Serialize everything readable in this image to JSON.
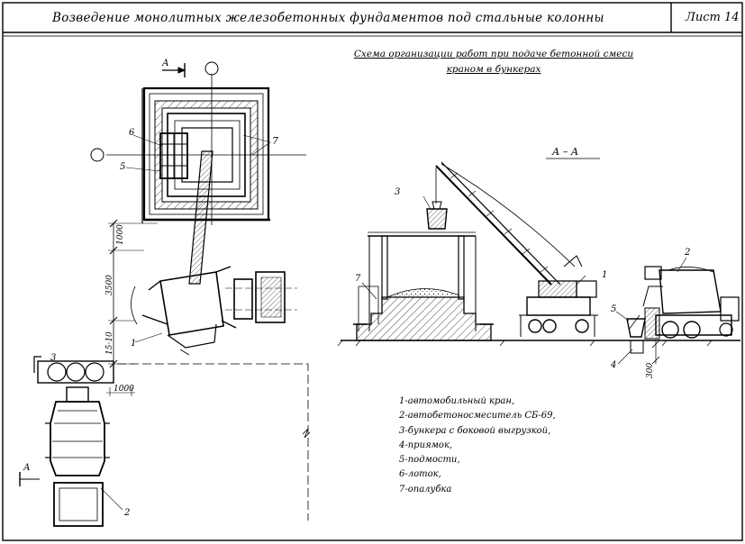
{
  "header": {
    "title": "Возведение монолитных железобетонных фундаментов под стальные колонны",
    "sheet": "Лист 14"
  },
  "scheme": {
    "title_line1": "Схема организации работ при подаче бетонной смеси",
    "title_line2": "краном в бункерах"
  },
  "section_label": "А – А",
  "section_mark": "А",
  "dimensions": {
    "d1000_top": "1000",
    "d3500": "3500",
    "d1510": "15·10",
    "d1000_mid": "1000",
    "d300": "300"
  },
  "callouts": {
    "n1": "1",
    "n2": "2",
    "n3": "3",
    "n4": "4",
    "n5": "5",
    "n6": "6",
    "n7": "7"
  },
  "legend": [
    "1-автомобильный кран,",
    "2-автобетоносмеситель СБ-69,",
    "3-бункера с боковой выгрузкой,",
    "4-приямок,",
    "5-подмости,",
    "6-лоток,",
    "7-опалубка"
  ],
  "colors": {
    "ink": "#000000",
    "paper": "#ffffff"
  }
}
